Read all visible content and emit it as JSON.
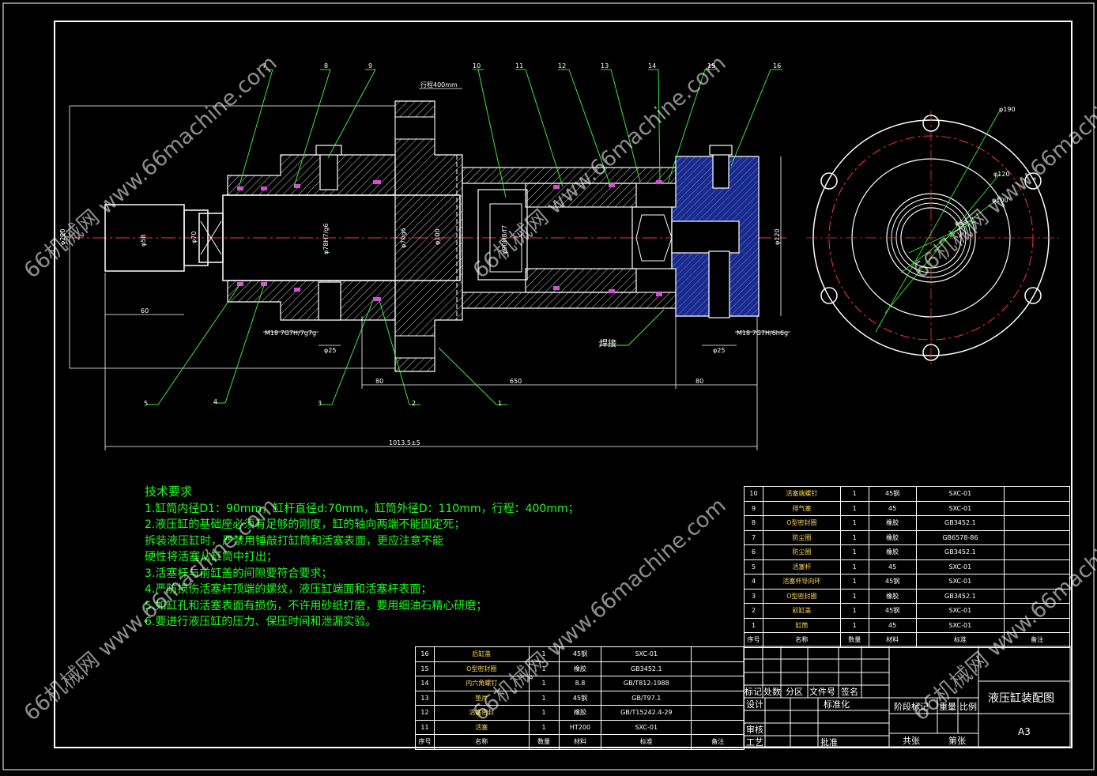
{
  "drawing": {
    "title": "液压缸装配图",
    "sheet_size": "A3",
    "weld_label": "焊接",
    "part_balloons": [
      "7",
      "8",
      "9",
      "10",
      "11",
      "12",
      "13",
      "14",
      "15",
      "16",
      "5",
      "4",
      "3",
      "2",
      "1"
    ],
    "dimensions": {
      "stroke": "行程400mm",
      "overall_length": "1013.5±5",
      "body_length": "650",
      "len_60": "60",
      "len_80a": "80",
      "len_80b": "80",
      "dia_220": "φ220",
      "dia_58": "φ58",
      "dia_70": "φ70",
      "dia_bore": "φ78H7/g6",
      "dia_70g": "φ70g6",
      "dia_100": "φ100",
      "dia_90": "φ90H8/f7",
      "dia_120": "φ120",
      "port_left": "φ25",
      "port_right": "φ25",
      "thread_left": "M18 7G7H/7g7g",
      "thread_right": "M18 7G7H/6h6g",
      "dia_190": "φ190",
      "dia_r120": "φ120",
      "dia_r100": "φ100",
      "dia_r68": "φ68"
    }
  },
  "tech": {
    "title": "技术要求",
    "lines": [
      "1.缸筒内径D1：90mm，缸杆直径d:70mm，缸筒外径D：110mm，行程：400mm；",
      "2.液压缸的基础座必须有足够的刚度，缸的轴向两端不能固定死；",
      "拆装液压缸时，严禁用锤敲打缸筒和活塞表面，更应注意不能",
      "硬性将活塞从缸筒中打出；",
      "3.活塞杆与前缸盖的间隙要符合要求；",
      "4.严防损伤活塞杆顶端的螺纹，液压缸端面和活塞杆表面；",
      "5.如缸孔和活塞表面有损伤，不许用砂纸打磨，要用细油石精心研磨；",
      "6.要进行液压缸的压力、保压时间和泄漏实验。"
    ]
  },
  "bom_right": {
    "header": [
      "序号",
      "名称",
      "数量",
      "材料",
      "标准",
      "备注"
    ],
    "rows": [
      [
        "10",
        "活塞端螺钉",
        "1",
        "45钢",
        "SXC-01",
        ""
      ],
      [
        "9",
        "排气塞",
        "1",
        "45",
        "SXC-01",
        ""
      ],
      [
        "8",
        "O型密封圈",
        "1",
        "橡胶",
        "GB3452.1",
        ""
      ],
      [
        "7",
        "防尘圈",
        "1",
        "橡胶",
        "GB6578-86",
        ""
      ],
      [
        "6",
        "防尘圈",
        "1",
        "橡胶",
        "GB3452.1",
        ""
      ],
      [
        "5",
        "活塞杆",
        "1",
        "45",
        "SXC-01",
        ""
      ],
      [
        "4",
        "活塞杆导向环",
        "1",
        "45钢",
        "SXC-01",
        ""
      ],
      [
        "3",
        "O型密封圈",
        "1",
        "橡胶",
        "GB3452.1",
        ""
      ],
      [
        "2",
        "前缸盖",
        "1",
        "45钢",
        "SXC-01",
        ""
      ],
      [
        "1",
        "缸筒",
        "1",
        "45",
        "SXC-01",
        ""
      ]
    ]
  },
  "bom_left": {
    "header": [
      "序号",
      "名称",
      "数量",
      "材料",
      "标准",
      "备注"
    ],
    "rows": [
      [
        "16",
        "后缸盖",
        "1",
        "45钢",
        "SXC-01",
        ""
      ],
      [
        "15",
        "O型密封圈",
        "1",
        "橡胶",
        "GB3452.1",
        ""
      ],
      [
        "14",
        "内六角螺钉",
        "1",
        "8.8",
        "GB/T812-1988",
        ""
      ],
      [
        "13",
        "垫片",
        "1",
        "45钢",
        "GB/T97.1",
        ""
      ],
      [
        "12",
        "活塞密封",
        "1",
        "橡胶",
        "GB/T15242.4-29",
        ""
      ],
      [
        "11",
        "活塞",
        "1",
        "HT200",
        "SXC-01",
        ""
      ]
    ]
  },
  "title_block": {
    "mark": "标记",
    "count": "处数",
    "zone": "分区",
    "doc_no": "文件号",
    "sign": "签名",
    "design": "设计",
    "standardize": "标准化",
    "stage_mark": "阶段标记",
    "weight": "重量",
    "scale": "比例",
    "review": "审核",
    "process": "工艺",
    "approve": "批准",
    "total_sheets": "共张",
    "sheet_no": "第张"
  },
  "watermarks": [
    "66机械网 www.66machine.com",
    "66机械网 www.66machine.com",
    "66机械网 www.66machine.com",
    "66机械网 www.66machine.com",
    "66机械网 www.66machine.com",
    "66机械网 www.66machine.com",
    "66机械网 www.66machine.com"
  ]
}
